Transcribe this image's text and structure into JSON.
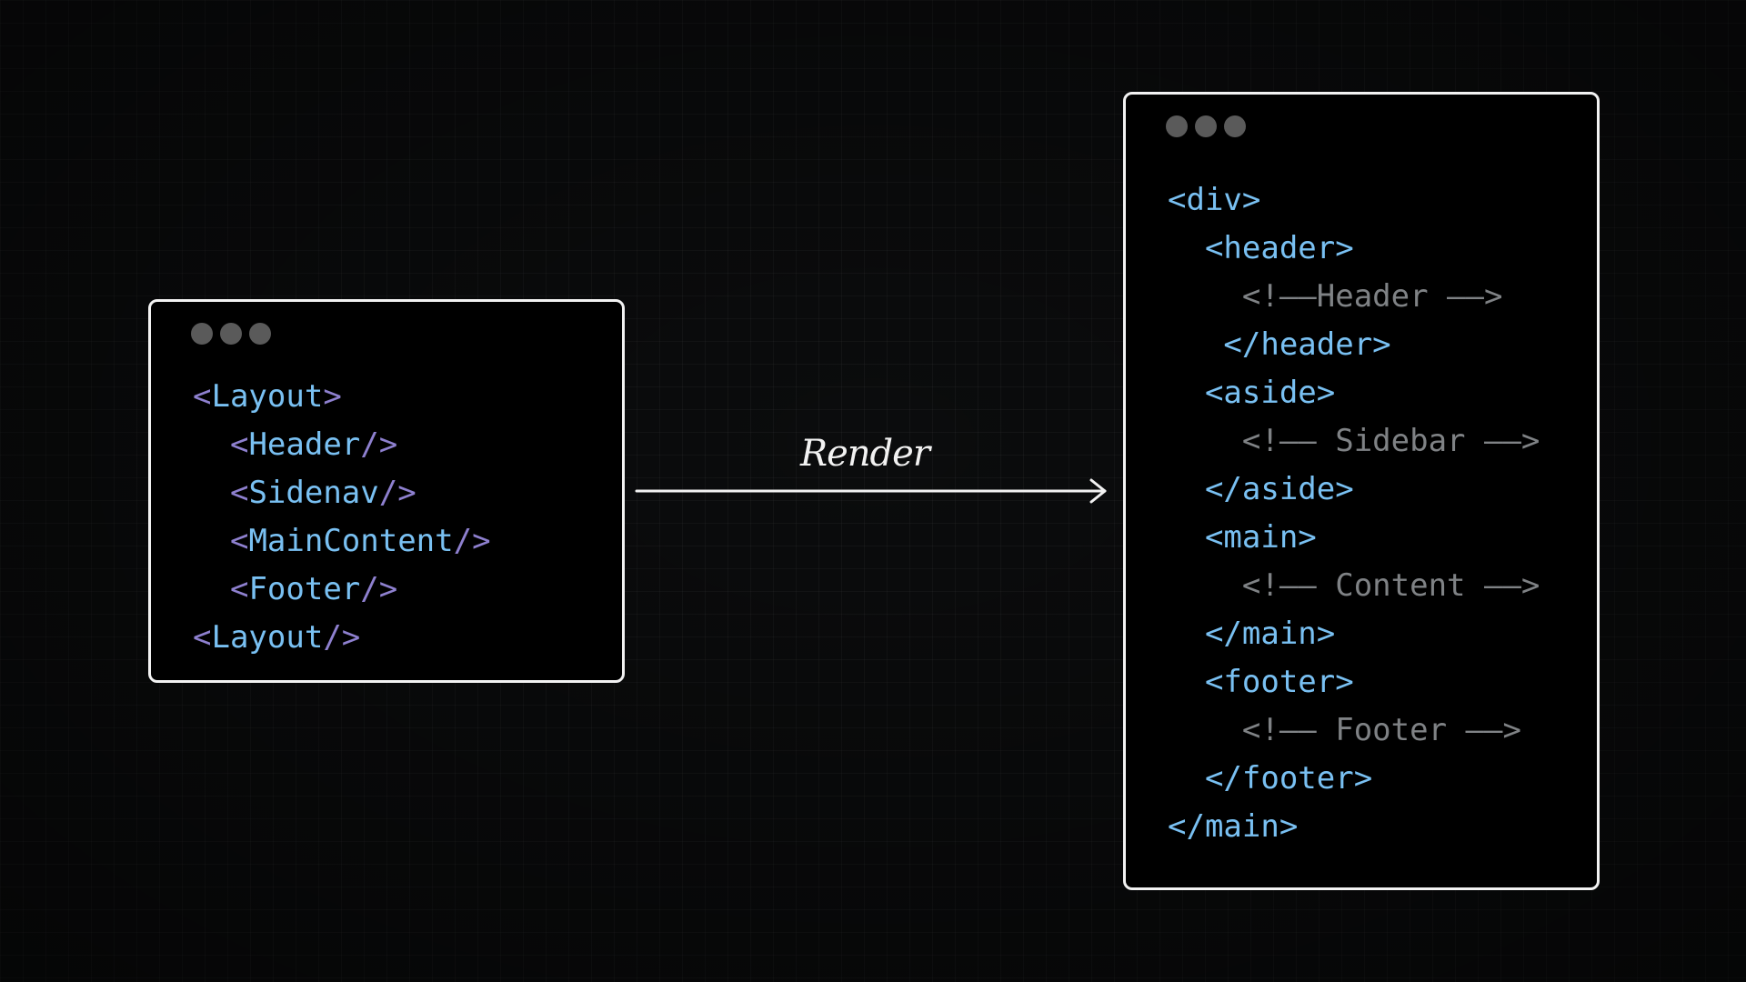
{
  "left_panel": {
    "lines": [
      {
        "indent": "",
        "open": "<",
        "name": "Layout",
        "close": ">"
      },
      {
        "indent": "  ",
        "open": "<",
        "name": "Header",
        "close": "/>"
      },
      {
        "indent": "  ",
        "open": "<",
        "name": "Sidenav",
        "close": "/>"
      },
      {
        "indent": "  ",
        "open": "<",
        "name": "MainContent",
        "close": "/>"
      },
      {
        "indent": "  ",
        "open": "<",
        "name": "Footer",
        "close": "/>"
      },
      {
        "indent": "",
        "open": "<",
        "name": "Layout",
        "close": "/>"
      }
    ]
  },
  "arrow": {
    "label": "Render"
  },
  "right_panel": {
    "lines": [
      {
        "kind": "tag",
        "text": "<div>"
      },
      {
        "kind": "tag",
        "text": "  <header>"
      },
      {
        "kind": "comment",
        "text": "    <!——Header ——>"
      },
      {
        "kind": "tag",
        "text": "   </header>"
      },
      {
        "kind": "tag",
        "text": "  <aside>"
      },
      {
        "kind": "comment",
        "text": "    <!—— Sidebar ——>"
      },
      {
        "kind": "tag",
        "text": "  </aside>"
      },
      {
        "kind": "tag",
        "text": "  <main>"
      },
      {
        "kind": "comment",
        "text": "    <!—— Content ——>"
      },
      {
        "kind": "tag",
        "text": "  </main>"
      },
      {
        "kind": "tag",
        "text": "  <footer>"
      },
      {
        "kind": "comment",
        "text": "    <!—— Footer ——>"
      },
      {
        "kind": "tag",
        "text": "  </footer>"
      },
      {
        "kind": "tag",
        "text": "</main>"
      }
    ]
  },
  "colors": {
    "background": "#0b0c0d",
    "panel_border": "#f2f2f2",
    "punctuation": "#8e80cf",
    "tag_text": "#79c0f2",
    "comment_text": "#7f8285",
    "window_dot": "#5a5a5a"
  }
}
